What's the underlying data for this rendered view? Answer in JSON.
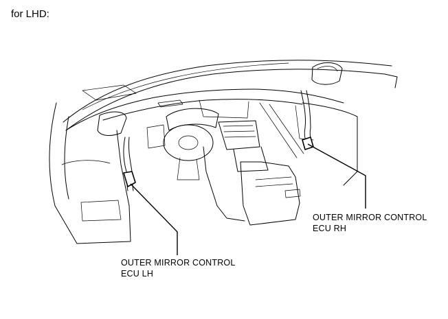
{
  "heading": "for LHD:",
  "callouts": {
    "rh": {
      "line1": "OUTER MIRROR CONTROL",
      "line2": "ECU RH"
    },
    "lh": {
      "line1": "OUTER MIRROR CONTROL",
      "line2": "ECU LH"
    }
  }
}
